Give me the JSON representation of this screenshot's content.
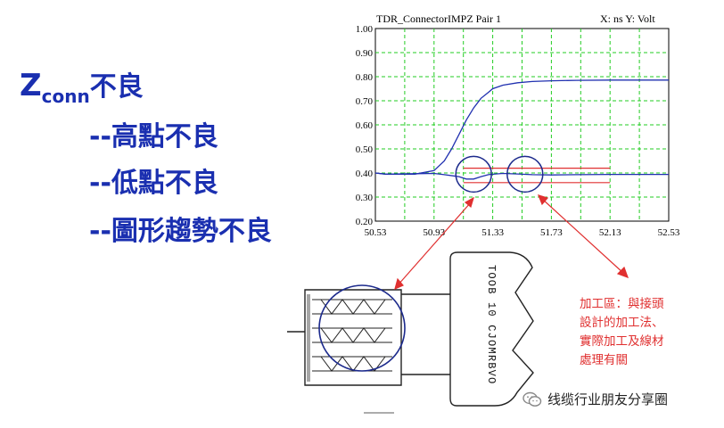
{
  "heading": {
    "z": "Z",
    "sub": "conn",
    "rest": "不良"
  },
  "bullets": [
    "--高點不良",
    "--低點不良",
    "--圖形趨勢不良"
  ],
  "chart_data": {
    "type": "line",
    "title": "TDR_ConnectorIMPZ Pair 1",
    "units_label": "X: ns   Y: Volt",
    "xlim": [
      50.53,
      52.53
    ],
    "ylim": [
      0.2,
      1.0
    ],
    "x_ticks": [
      "50.53",
      "50.93",
      "51.33",
      "51.73",
      "52.13",
      "52.53"
    ],
    "y_ticks": [
      "0.20",
      "0.30",
      "0.40",
      "0.50",
      "0.60",
      "0.70",
      "0.80",
      "0.90",
      "1.00"
    ],
    "grid": true,
    "series": [
      {
        "x": [
          50.53,
          50.6,
          50.8,
          50.93,
          51.0,
          51.05,
          51.1,
          51.15,
          51.2,
          51.25,
          51.3,
          51.33,
          51.4,
          51.5,
          51.6,
          51.73,
          51.9,
          52.13,
          52.3,
          52.53
        ],
        "y": [
          0.4,
          0.395,
          0.395,
          0.41,
          0.45,
          0.5,
          0.56,
          0.62,
          0.67,
          0.71,
          0.735,
          0.75,
          0.765,
          0.775,
          0.78,
          0.783,
          0.785,
          0.786,
          0.786,
          0.786
        ]
      },
      {
        "x": [
          50.53,
          50.6,
          50.8,
          50.93,
          51.0,
          51.1,
          51.15,
          51.2,
          51.25,
          51.3,
          51.35,
          51.4,
          51.5,
          51.6,
          51.73,
          51.9,
          52.13,
          52.3,
          52.53
        ],
        "y": [
          0.4,
          0.395,
          0.397,
          0.398,
          0.393,
          0.385,
          0.375,
          0.375,
          0.385,
          0.393,
          0.396,
          0.398,
          0.396,
          0.393,
          0.392,
          0.393,
          0.394,
          0.394,
          0.394
        ]
      }
    ],
    "reference_lines": [
      {
        "x": [
          51.13,
          52.13
        ],
        "y": 0.42
      },
      {
        "x": [
          51.13,
          52.13
        ],
        "y": 0.36
      }
    ],
    "highlight_circles": [
      {
        "x": 51.2,
        "y": 0.395
      },
      {
        "x": 51.55,
        "y": 0.395
      }
    ]
  },
  "annotation": {
    "lines": [
      "加工區：與接頭",
      "設計的加工法、",
      "實際加工及線材",
      "處理有關"
    ]
  },
  "connector_marking": "TOOB 10 CJOMRBVO",
  "watermark": {
    "text": "线缆行业朋友分享圈",
    "icon": "wechat-icon"
  },
  "colors": {
    "text_blue": "#1a2fb0",
    "grid_green": "#22cc22",
    "trace_blue": "#2030b0",
    "red": "#e03030",
    "circle_navy": "#1c2a8c"
  }
}
